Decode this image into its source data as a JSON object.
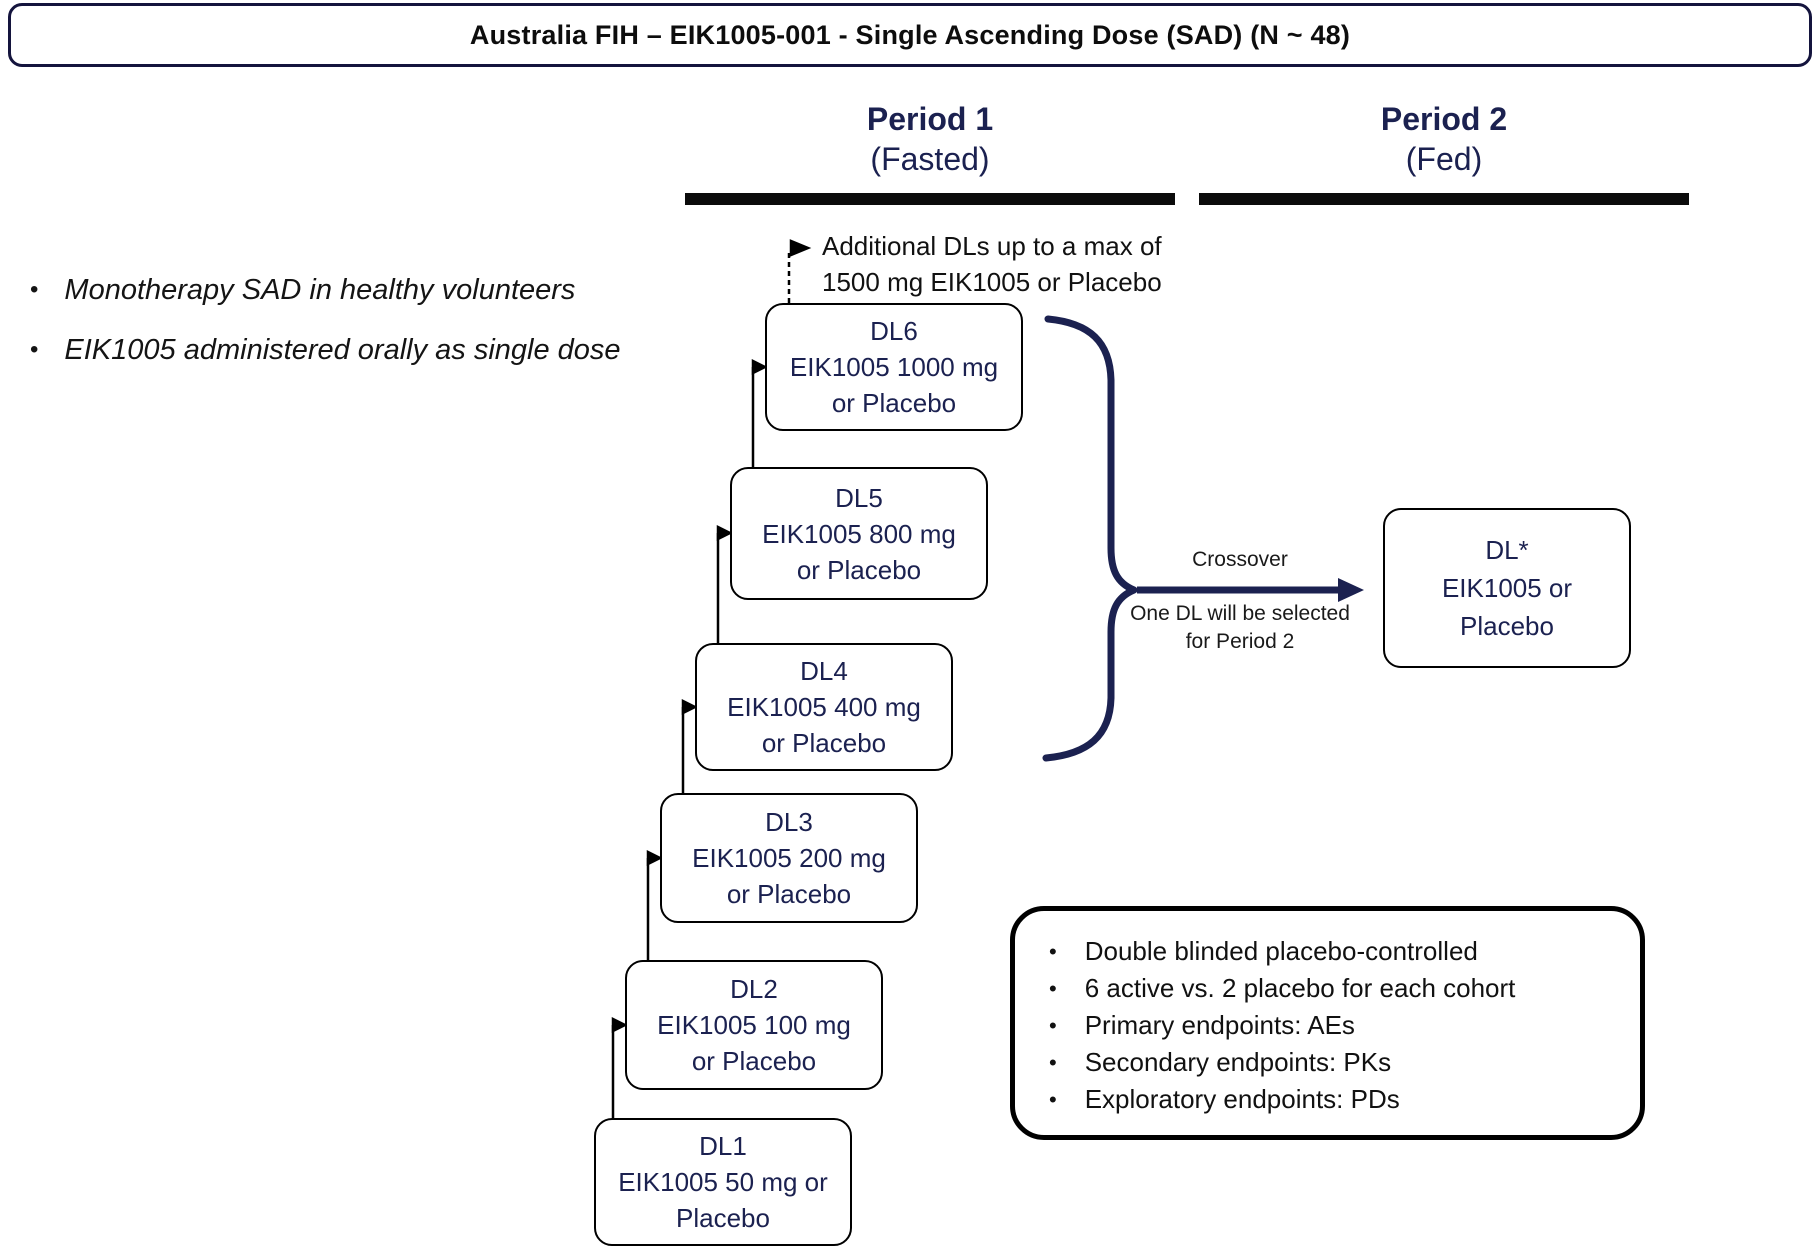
{
  "colors": {
    "navy": "#1b2150",
    "black": "#0b0b0b"
  },
  "title": "Australia FIH – EIK1005-001 - Single Ascending Dose (SAD) (N ~ 48)",
  "periods": [
    {
      "label": "Period 1",
      "sublabel": "(Fasted)"
    },
    {
      "label": "Period 2",
      "sublabel": "(Fed)"
    }
  ],
  "side_notes": [
    "Monotherapy SAD in healthy volunteers",
    "EIK1005 administered orally as single dose"
  ],
  "additional_dls_note": {
    "line1": "Additional DLs up to a max of",
    "line2": "1500 mg EIK1005 or Placebo"
  },
  "dose_levels": [
    {
      "name": "DL6",
      "dose": "EIK1005 1000 mg",
      "alt": "or Placebo"
    },
    {
      "name": "DL5",
      "dose": "EIK1005 800 mg",
      "alt": "or Placebo"
    },
    {
      "name": "DL4",
      "dose": "EIK1005 400 mg",
      "alt": "or Placebo"
    },
    {
      "name": "DL3",
      "dose": "EIK1005 200 mg",
      "alt": "or Placebo"
    },
    {
      "name": "DL2",
      "dose": "EIK1005 100 mg",
      "alt": "or Placebo"
    },
    {
      "name": "DL1",
      "dose": "EIK1005 50 mg or",
      "alt": "Placebo"
    }
  ],
  "crossover": {
    "label": "Crossover",
    "note_line1": "One DL will be selected",
    "note_line2": "for Period 2"
  },
  "period2_box": {
    "line1": "DL*",
    "line2": "EIK1005 or",
    "line3": "Placebo"
  },
  "study_details": [
    "Double blinded placebo-controlled",
    "6 active vs. 2 placebo for each cohort",
    "Primary endpoints: AEs",
    "Secondary endpoints: PKs",
    "Exploratory endpoints: PDs"
  ]
}
